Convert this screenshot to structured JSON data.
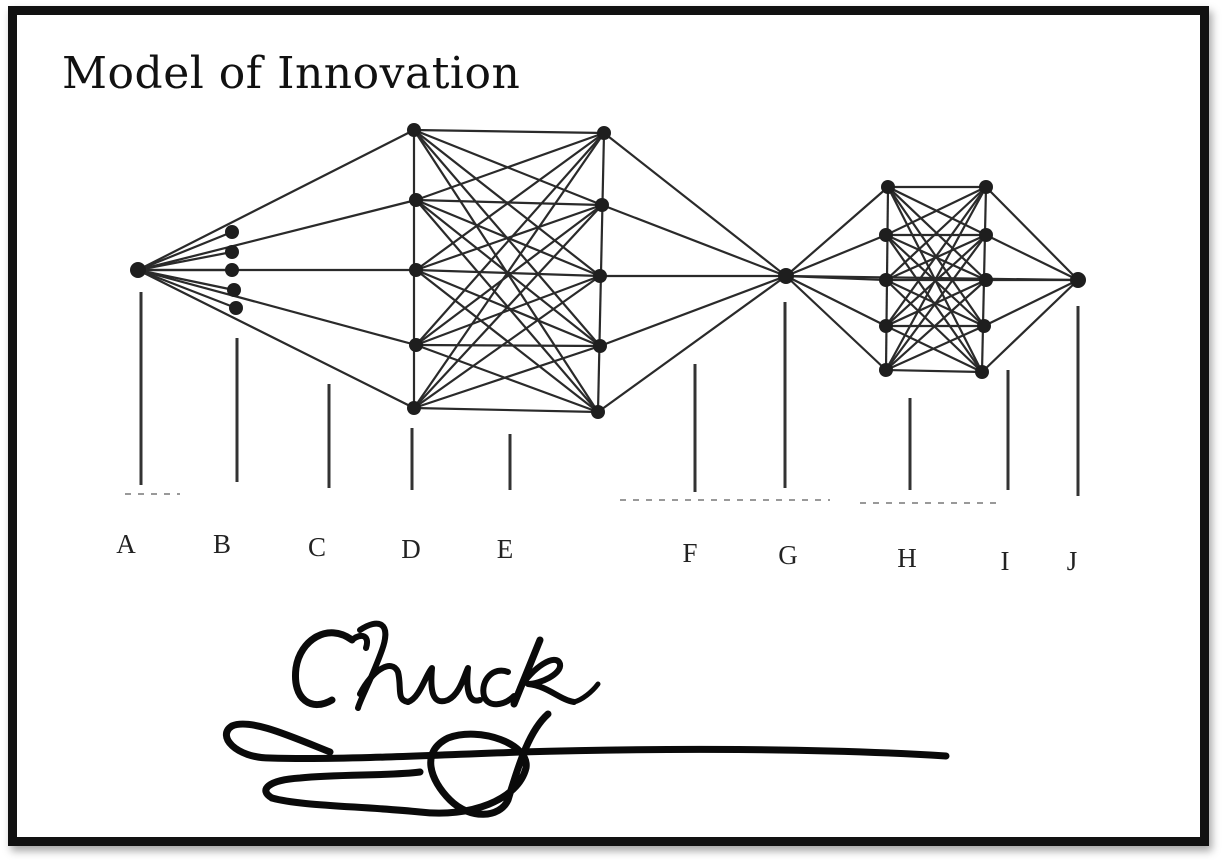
{
  "title": "Model of Innovation",
  "columns": [
    "A",
    "B",
    "C",
    "D",
    "E",
    "F",
    "G",
    "H",
    "I",
    "J"
  ],
  "signature": "Chuck",
  "colors": {
    "ink": "#222222",
    "frame": "#111111",
    "background": "#ffffff"
  }
}
